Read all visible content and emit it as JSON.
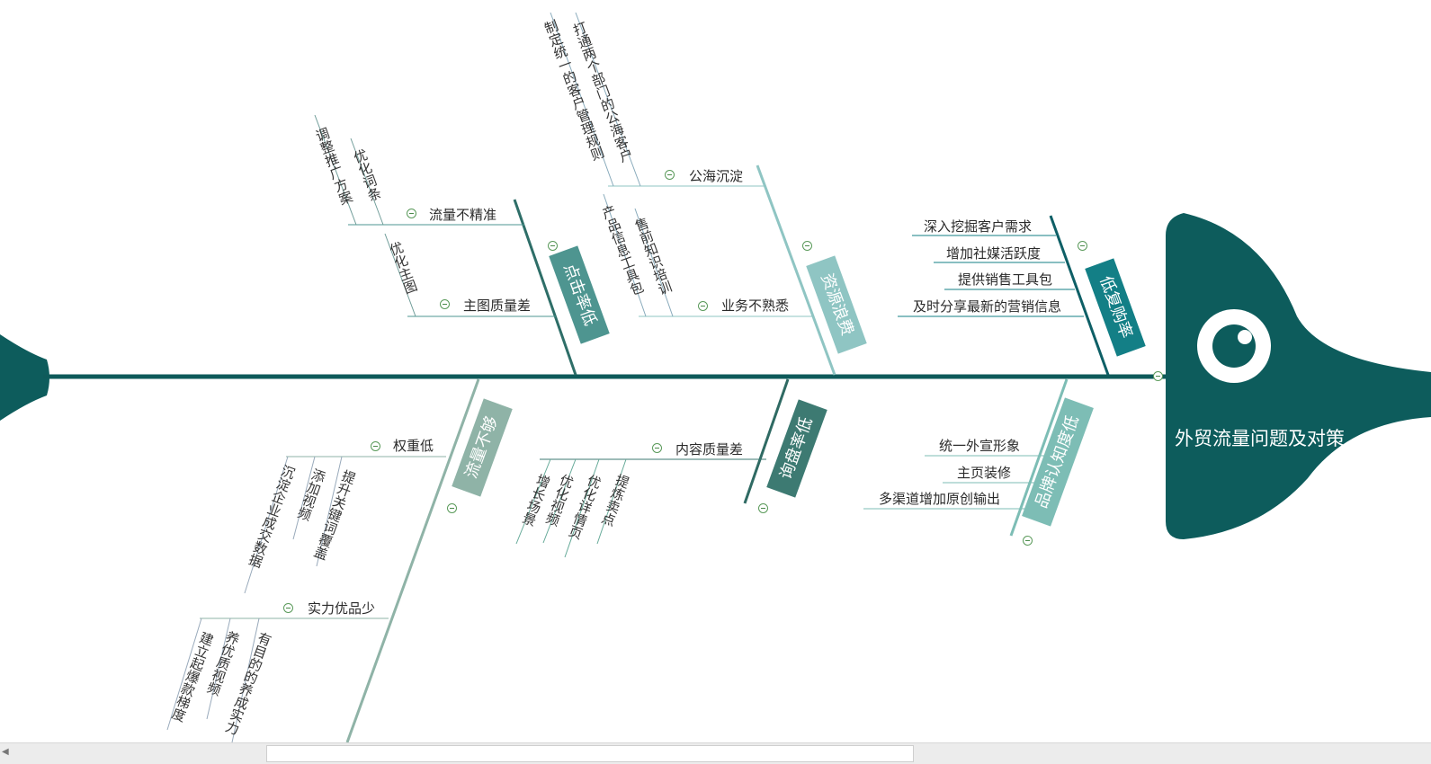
{
  "title": "外贸流量问题及对策",
  "icons": {
    "head": "eye-icon",
    "collapse": "minus-circle-icon",
    "scroll_left": "arrow-left-icon"
  },
  "colors": {
    "spine": "#0e5a5a",
    "head": "#0d5c5c",
    "branch_clicks": "#4e9590",
    "branch_waste": "#8fc5c3",
    "branch_repurchase": "#137f86",
    "branch_traffic": "#8fb3a7",
    "branch_inquiry": "#3d7a72",
    "branch_brand": "#7dbdb5"
  },
  "branches": {
    "clicks": {
      "label": "点击率低",
      "subs": [
        {
          "label": "流量不精准",
          "leaves": [
            "调整推广方案",
            "优化词条"
          ]
        },
        {
          "label": "主图质量差",
          "leaves": [
            "优化主图"
          ]
        }
      ]
    },
    "waste": {
      "label": "资源浪费",
      "subs": [
        {
          "label": "公海沉淀",
          "leaves": [
            "制定统一的客户管理规则",
            "打通两个部门的公海客户"
          ]
        },
        {
          "label": "业务不熟悉",
          "leaves": [
            "产品信息工具包",
            "售前知识培训"
          ]
        }
      ]
    },
    "repurchase": {
      "label": "低复购率",
      "leaves": [
        "深入挖掘客户需求",
        "增加社媒活跃度",
        "提供销售工具包",
        "及时分享最新的营销信息"
      ]
    },
    "traffic": {
      "label": "流量不够",
      "subs": [
        {
          "label": "权重低",
          "leaves": [
            "沉淀企业成交数据",
            "添加视频",
            "提升关键词覆盖"
          ]
        },
        {
          "label": "实力优品少",
          "leaves": [
            "建立起爆款梯度",
            "养优质视频",
            "有目的的养成实力"
          ]
        }
      ]
    },
    "inquiry": {
      "label": "询盘率低",
      "subs": [
        {
          "label": "内容质量差",
          "leaves": [
            "增长场景",
            "优化视频",
            "优化详情页",
            "提炼卖点"
          ]
        }
      ]
    },
    "brand": {
      "label": "品牌认知度低",
      "leaves": [
        "统一外宣形象",
        "主页装修",
        "多渠道增加原创输出"
      ]
    }
  }
}
